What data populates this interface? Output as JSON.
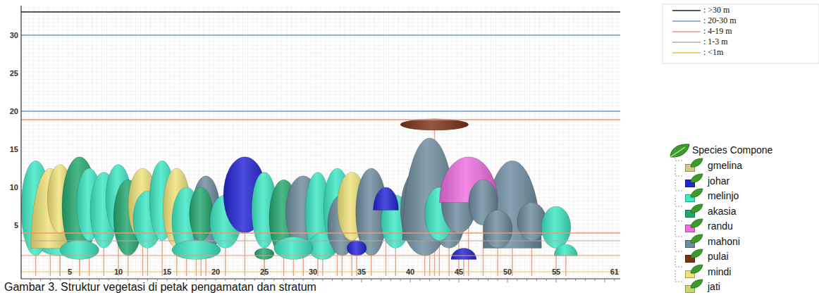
{
  "diagram": {
    "caption": "Gambar 3. Struktur vegetasi di petak pengamatan dan stratum",
    "labels": [
      "30",
      "25",
      "20",
      "15",
      "10",
      "5",
      "5",
      "10",
      "15",
      "20",
      "25",
      "30",
      "35",
      "40",
      "45",
      "50",
      "55",
      "61",
      "Species Compone"
    ],
    "legend": [
      {
        "text": ": >30 m"
      },
      {
        "text": ": 20-30 m"
      },
      {
        "text": ": 4-19 m"
      },
      {
        "text": ": 1-3 m"
      },
      {
        "text": ": <1m"
      },
      {
        "text": "gmelina",
        "color": "#d9c58a"
      },
      {
        "text": "johar",
        "color": "#2323d6"
      },
      {
        "text": "melinjo",
        "color": "#3de8c4"
      },
      {
        "text": "akasia",
        "color": "#22a86e"
      },
      {
        "text": "randu",
        "color": "#ee6fe0"
      },
      {
        "text": "mahoni",
        "color": "#6d8c9e"
      },
      {
        "text": "pulai",
        "color": "#7a3317"
      },
      {
        "text": "mindi",
        "color": "#efe27a"
      },
      {
        "text": "jati",
        "color": "#c9d86b"
      }
    ]
  }
}
